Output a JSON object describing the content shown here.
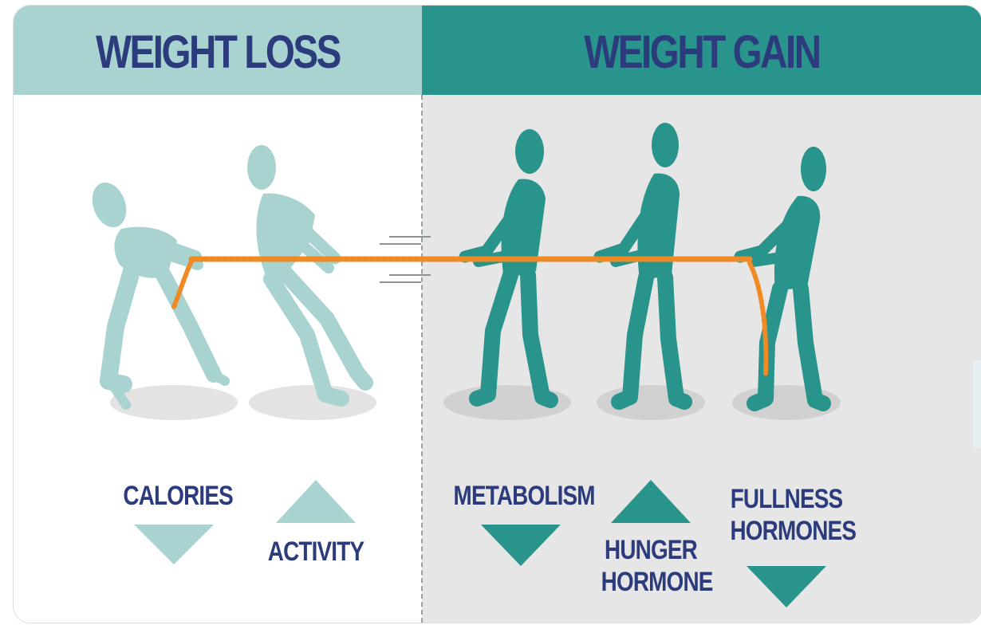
{
  "headers": {
    "weight_loss": "WEIGHT LOSS",
    "weight_gain": "WEIGHT GAIN"
  },
  "factors": {
    "calories": "CALORIES",
    "activity": "ACTIVITY",
    "metabolism": "METABOLISM",
    "hunger_line1": "HUNGER",
    "hunger_line2": "HORMONE",
    "fullness_line1": "FULLNESS",
    "fullness_line2": "HORMONES"
  },
  "colors": {
    "light_teal": "#a8d3d0",
    "dark_teal": "#28948b",
    "navy_text": "#2b3b7c",
    "rope_orange": "#f08a24",
    "gain_background": "#e6e6e6"
  },
  "arrows": {
    "calories": "down",
    "activity": "up",
    "metabolism": "down",
    "hunger_hormone": "up",
    "fullness_hormones": "down"
  }
}
